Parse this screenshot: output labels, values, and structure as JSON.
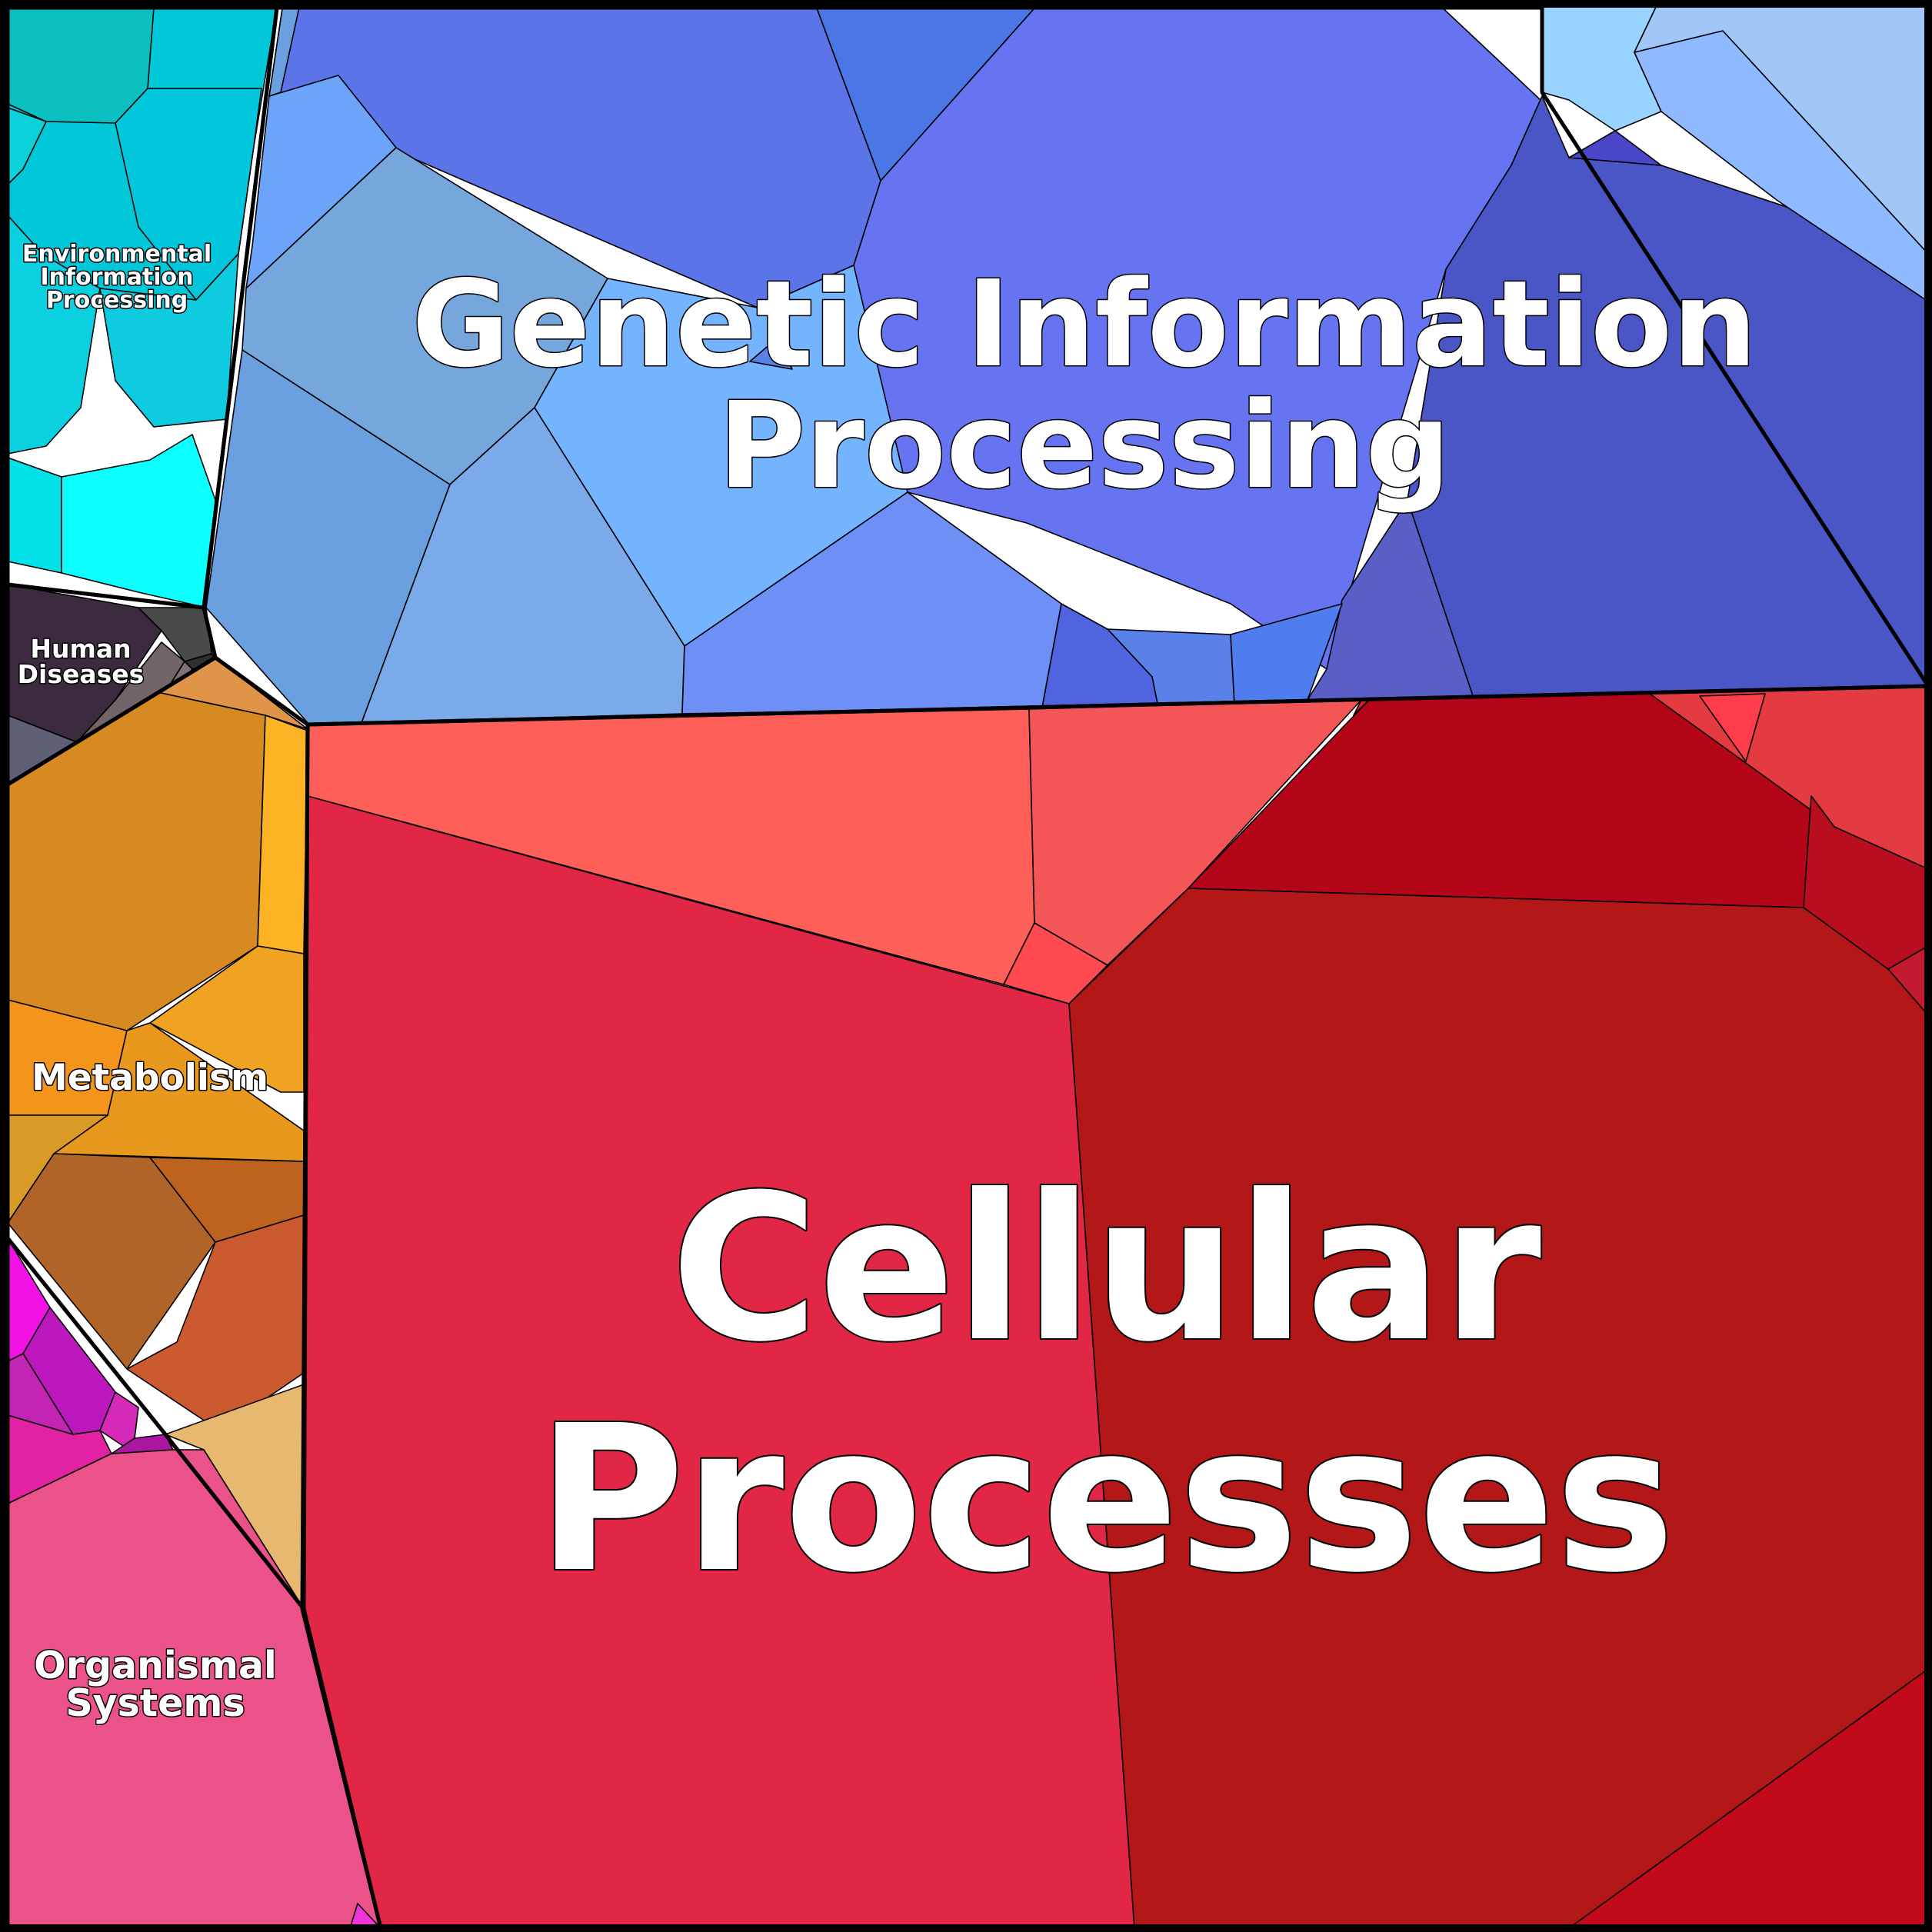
{
  "chart_data": {
    "type": "voronoi-treemap",
    "title": "",
    "categories": [
      {
        "name": "Cellular Processes",
        "lines": [
          "Cellular",
          "Processes"
        ],
        "color": "#e22645"
      },
      {
        "name": "Genetic Information Processing",
        "lines": [
          "Genetic Information",
          "Processing"
        ],
        "color": "#5b74e8"
      },
      {
        "name": "Environmental Information Processing",
        "lines": [
          "Environmental",
          "Information",
          "Processing"
        ],
        "color": "#00c8d9"
      },
      {
        "name": "Human Diseases",
        "lines": [
          "Human",
          "Diseases"
        ],
        "color": "#3c2b3e"
      },
      {
        "name": "Metabolism",
        "lines": [
          "Metabolism"
        ],
        "color": "#d88a22"
      },
      {
        "name": "Organismal Systems",
        "lines": [
          "Organismal",
          "Systems"
        ],
        "color": "#eb528a"
      }
    ],
    "cell_colors": {
      "cellular": [
        "#e22645",
        "#b31717",
        "#ff5f59",
        "#f45658",
        "#b50518",
        "#e43a42",
        "#ff3d4a",
        "#c30a1a",
        "#e32a44",
        "#ff4a52",
        "#b80e20",
        "#c41a30",
        "#d0202a"
      ],
      "genetic": [
        "#5b74e8",
        "#6674f2",
        "#4b77e6",
        "#4a55c6",
        "#6ba4f8",
        "#75a6dc",
        "#6aa0e0",
        "#74b3fd",
        "#7aaaea",
        "#6e8ff5",
        "#5a5fc8",
        "#5a81e8",
        "#4f7df0",
        "#99d3ff",
        "#8fbaff",
        "#a0c7f8",
        "#5064e0",
        "#4a46c9"
      ],
      "environmental": [
        "#00c8d9",
        "#0ac0c0",
        "#02c6dc",
        "#0ad0e0",
        "#0ecbe0",
        "#0bffff",
        "#00e1e8",
        "#0bd2d8"
      ],
      "human": [
        "#3c2b3e",
        "#5e6176",
        "#716569",
        "#4a4a4a",
        "#2f2f2f",
        "#807078"
      ],
      "metabolism": [
        "#d88a22",
        "#fbb324",
        "#f0a323",
        "#f2951a",
        "#e7981d",
        "#8f4009",
        "#b06428",
        "#bd631f",
        "#cc5a30",
        "#e7b870",
        "#df9448",
        "#d99a28"
      ],
      "organismal": [
        "#eb528a",
        "#f311e5",
        "#bc18bd",
        "#e221a3",
        "#d52ab8",
        "#c424b4",
        "#a916a0",
        "#ef35d9"
      ]
    }
  }
}
